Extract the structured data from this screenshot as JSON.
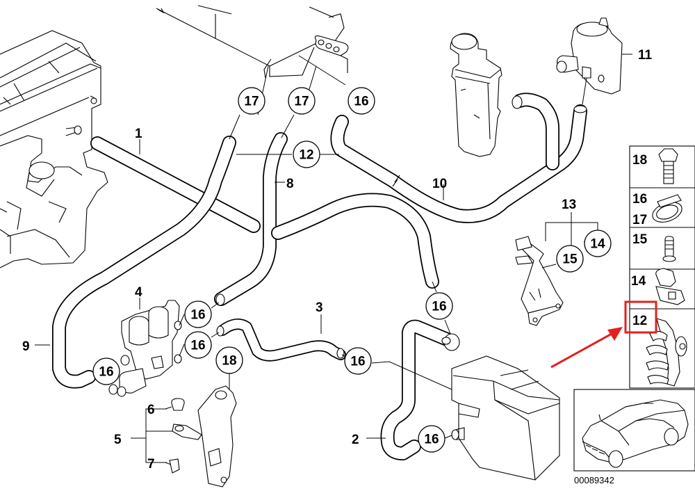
{
  "diagram": {
    "title": "Heater valve / coolant hoses exploded parts diagram",
    "catalog_number": "00089342",
    "highlight_color": "#e3211f",
    "highlighted_part": "12",
    "callouts_plain": {
      "p1": "1",
      "p2": "2",
      "p3": "3",
      "p4": "4",
      "p5": "5",
      "p6": "6",
      "p7": "7",
      "p8": "8",
      "p9": "9",
      "p10": "10",
      "p11": "11",
      "p13": "13"
    },
    "callouts_circled": {
      "c17a": "17",
      "c17b": "17",
      "c16top": "16",
      "c12": "12",
      "c14": "14",
      "c15": "15",
      "c16valve1": "16",
      "c16valve2": "16",
      "c16valve3": "16",
      "c18": "18",
      "c16mid": "16",
      "c16pump": "16",
      "c16low": "16"
    },
    "legend_panel": [
      {
        "label": "18",
        "item": "hex-bolt"
      },
      {
        "label": "16",
        "label2": "17",
        "item": "hose-clamp"
      },
      {
        "label": "15",
        "item": "screw"
      },
      {
        "label": "14",
        "item": "hose-holder-clip"
      },
      {
        "label": "12",
        "item": "multi-hose-holder"
      }
    ],
    "car_thumbnail": "vehicle-location-sedan"
  }
}
